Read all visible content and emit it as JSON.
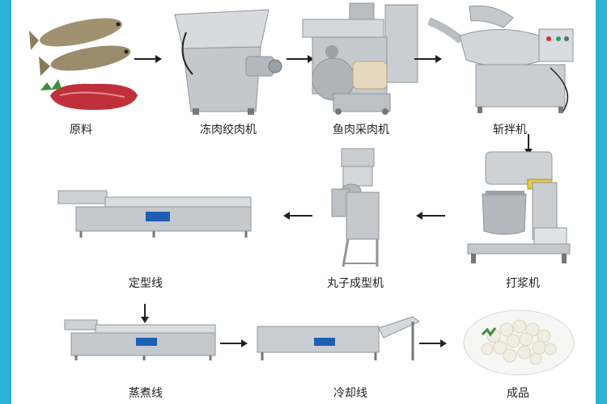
{
  "colors": {
    "border": "#2bb0d6",
    "steel": "#c9ced3",
    "steel_dark": "#8e959b",
    "arrow": "#222222",
    "meat": "#c0303a",
    "fish": "#9a8f70",
    "panel_blue": "#1f5fb3"
  },
  "stages": [
    {
      "id": "raw-material",
      "label": "原料"
    },
    {
      "id": "frozen-meat-grinder",
      "label": "冻肉绞肉机"
    },
    {
      "id": "fish-meat-extractor",
      "label": "鱼肉采肉机"
    },
    {
      "id": "bowl-chopper",
      "label": "斩拌机"
    },
    {
      "id": "beater",
      "label": "打浆机"
    },
    {
      "id": "ball-forming-machine",
      "label": "丸子成型机"
    },
    {
      "id": "setting-line",
      "label": "定型线"
    },
    {
      "id": "steaming-line",
      "label": "蒸煮线"
    },
    {
      "id": "cooling-line",
      "label": "冷却线"
    },
    {
      "id": "finished-product",
      "label": "成品"
    }
  ]
}
